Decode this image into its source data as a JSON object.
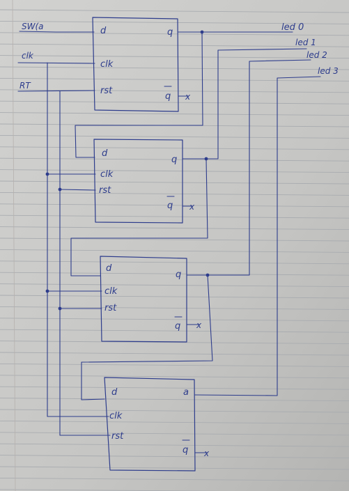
{
  "inputs": {
    "sw": "SW(a",
    "clk": "clk",
    "rst": "RT"
  },
  "outputs": [
    "led 0",
    "led 1",
    "led 2",
    "led 3"
  ],
  "flipflops": [
    {
      "d": "d",
      "clk": "clk",
      "rst": "rst",
      "q": "q",
      "qbar": "q",
      "nc": "x"
    },
    {
      "d": "d",
      "clk": "clk",
      "rst": "rst",
      "q": "q",
      "qbar": "q",
      "nc": "x"
    },
    {
      "d": "d",
      "clk": "clk",
      "rst": "rst",
      "q": "q",
      "qbar": "q",
      "nc": "x"
    },
    {
      "d": "d",
      "clk": "clk",
      "rst": "rst",
      "q": "a",
      "qbar": "q",
      "nc": "x"
    }
  ],
  "colors": {
    "paper": "#c7c7c5",
    "ruling": "#a9acb0",
    "ink": "#2d3c8c"
  }
}
